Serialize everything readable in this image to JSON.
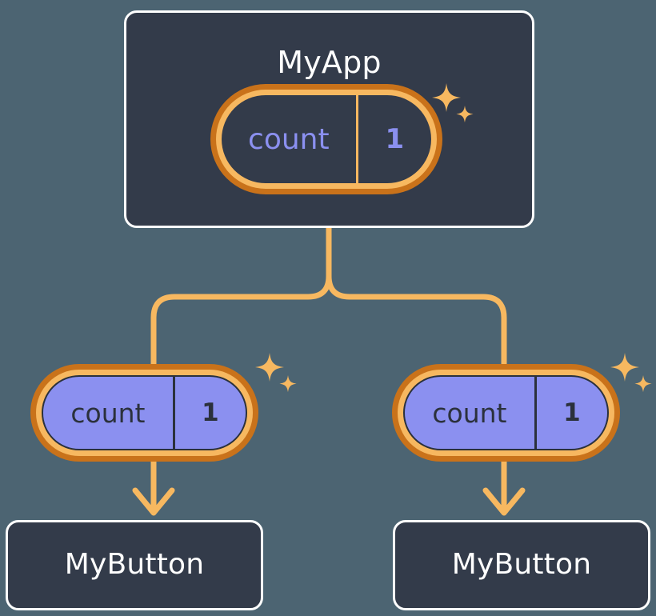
{
  "diagram": {
    "type": "component-state-tree",
    "theme": {
      "background": "#4c6472",
      "card_fill": "#333b4a",
      "card_border": "#ffffff",
      "pill_outer_ring": "#c9721a",
      "pill_inner_ring": "#f7b860",
      "pill_purple_fill": "#8b90f0",
      "accent_line": "#f7b860",
      "text_light": "#ffffff",
      "text_dark": "#2b313c",
      "text_periwinkle": "#8b90f0"
    }
  },
  "root": {
    "title": "MyApp",
    "state": {
      "key": "count",
      "value": "1"
    },
    "sparkle_icon": "sparkles-icon"
  },
  "children": [
    {
      "state": {
        "key": "count",
        "value": "1"
      },
      "title": "MyButton",
      "sparkle_icon": "sparkles-icon"
    },
    {
      "state": {
        "key": "count",
        "value": "1"
      },
      "title": "MyButton",
      "sparkle_icon": "sparkles-icon"
    }
  ],
  "connectors": {
    "trunk_icon": "branch-connector",
    "arrow_icon": "arrow-down-icon"
  }
}
